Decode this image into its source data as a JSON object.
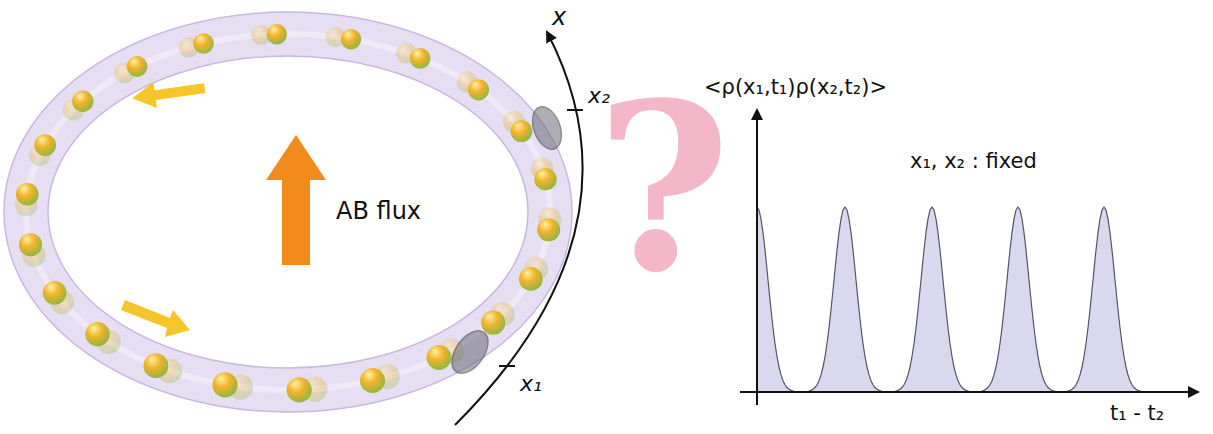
{
  "diagram": {
    "labels": [
      "AB flux",
      "x",
      "x₂",
      "x₁",
      "?",
      "<ρ(x₁,t₁)ρ(x₂,t₂)>",
      "x₁, x₂ : fixed",
      "t₁ - t₂"
    ]
  }
}
